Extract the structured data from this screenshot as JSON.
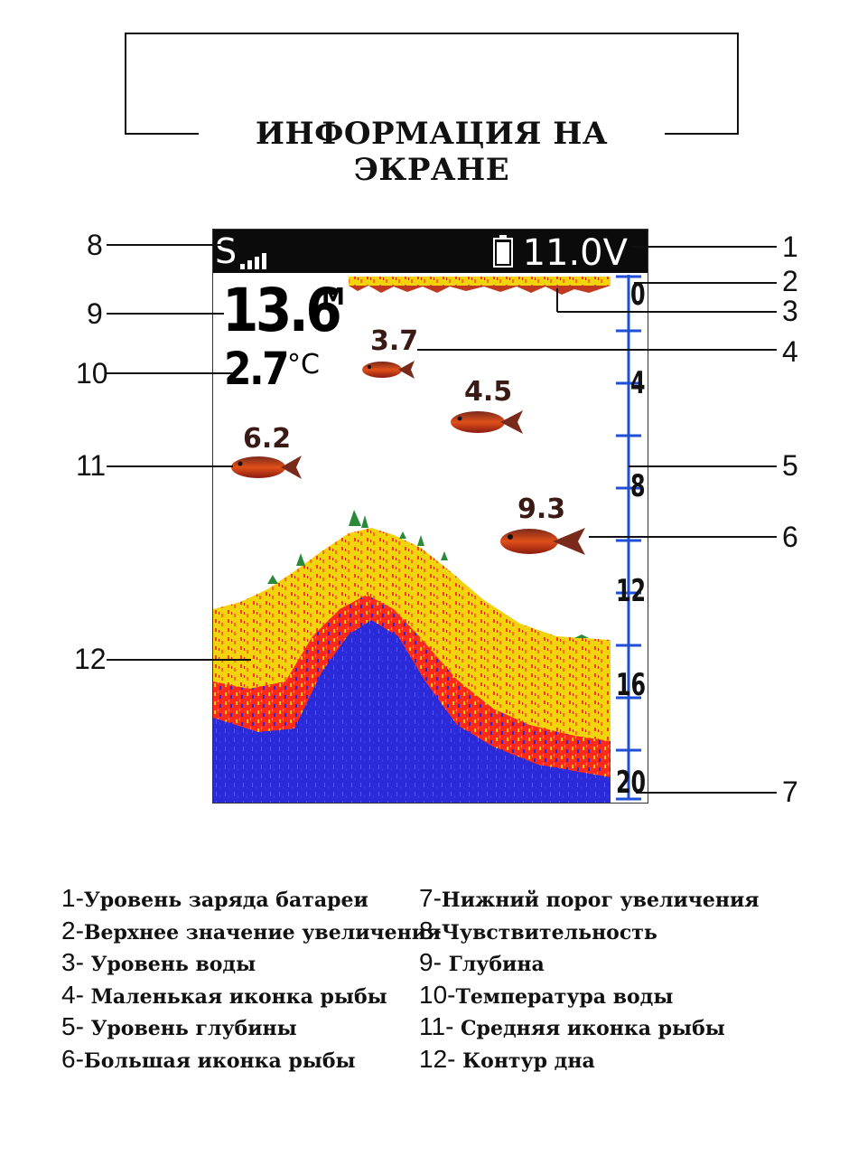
{
  "title": "ИНФОРМАЦИЯ НА ЭКРАНЕ",
  "screen": {
    "sensitivity_letter": "S",
    "voltage": "11.0V",
    "depth_value": "13.6",
    "depth_unit": "M",
    "temperature_value": "2.7",
    "temperature_unit": "°C",
    "fish": [
      {
        "label": "3.7"
      },
      {
        "label": "4.5"
      },
      {
        "label": "6.2"
      },
      {
        "label": "9.3"
      }
    ],
    "scale": [
      "0",
      "4",
      "8",
      "12",
      "16",
      "20"
    ],
    "colors": {
      "water": "#ffffff",
      "bottom_top": "#f2d40a",
      "bottom_mid": "#ff2a1a",
      "bottom_deep": "#2a2ad8",
      "scale": "#1f4fd6"
    }
  },
  "callouts": [
    "1",
    "2",
    "3",
    "4",
    "5",
    "6",
    "7",
    "8",
    "9",
    "10",
    "11",
    "12"
  ],
  "legend": {
    "left": [
      {
        "num": "1-",
        "text": "Уровень заряда батареи"
      },
      {
        "num": "2-",
        "text": "Верхнее значение увеличения"
      },
      {
        "num": "3-",
        "text": " Уровень воды"
      },
      {
        "num": "4-",
        "text": " Маленькая иконка рыбы"
      },
      {
        "num": "5-",
        "text": " Уровень глубины"
      },
      {
        "num": "6-",
        "text": "Большая иконка рыбы"
      }
    ],
    "right": [
      {
        "num": "7-",
        "text": "Нижний порог увеличения"
      },
      {
        "num": "8-",
        "text": "Чувствительность"
      },
      {
        "num": "9-",
        "text": " Глубина"
      },
      {
        "num": "10-",
        "text": "Температура воды"
      },
      {
        "num": "11-",
        "text": " Средняя иконка рыбы"
      },
      {
        "num": "12-",
        "text": " Контур дна"
      }
    ]
  }
}
